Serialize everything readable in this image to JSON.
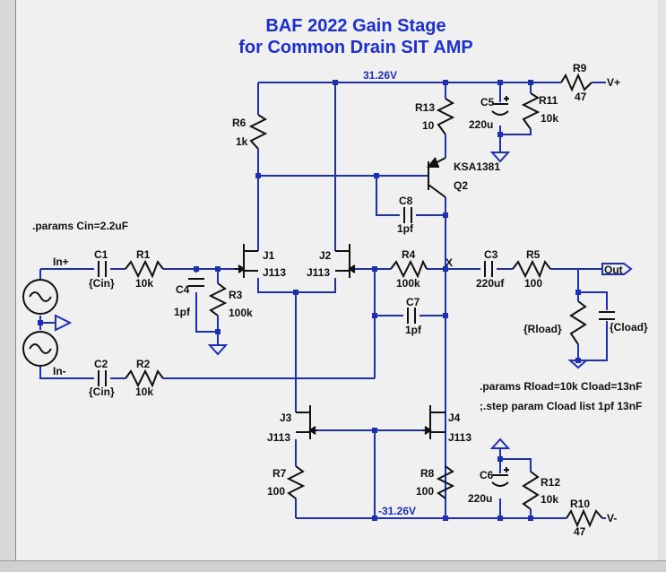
{
  "title": {
    "line1": "BAF 2022 Gain Stage",
    "line2": "for Common Drain SIT AMP"
  },
  "colors": {
    "wire": "#1b2fb8",
    "component": "#101010",
    "title": "#1c2fd0",
    "background": "#f0f0f0"
  },
  "nets": {
    "vplus_rail": "31.26V",
    "vminus_rail": "-31.26V",
    "in_plus": "In+",
    "in_minus": "In-",
    "x_node": "X",
    "out": "Out",
    "vplus": "V+",
    "vminus": "V-"
  },
  "directives": {
    "cin": ".params Cin=2.2uF",
    "rload": ".params Rload=10k Cload=13nF",
    "step": ";.step param Cload list 1pf 13nF"
  },
  "components": {
    "R1": {
      "name": "R1",
      "value": "10k"
    },
    "R2": {
      "name": "R2",
      "value": "10k"
    },
    "R3": {
      "name": "R3",
      "value": "100k"
    },
    "R4": {
      "name": "R4",
      "value": "100k"
    },
    "R5": {
      "name": "R5",
      "value": "100"
    },
    "R6": {
      "name": "R6",
      "value": "1k"
    },
    "R7": {
      "name": "R7",
      "value": "100"
    },
    "R8": {
      "name": "R8",
      "value": "100"
    },
    "R9": {
      "name": "R9",
      "value": "47"
    },
    "R10": {
      "name": "R10",
      "value": "47"
    },
    "R11": {
      "name": "R11",
      "value": "10k"
    },
    "R12": {
      "name": "R12",
      "value": "10k"
    },
    "R13": {
      "name": "R13",
      "value": "10"
    },
    "C1": {
      "name": "C1",
      "value": "{Cin}"
    },
    "C2": {
      "name": "C2",
      "value": "{Cin}"
    },
    "C3": {
      "name": "C3",
      "value": "220uf"
    },
    "C4": {
      "name": "C4",
      "value": "1pf"
    },
    "C5": {
      "name": "C5",
      "value": "220u"
    },
    "C6": {
      "name": "C6",
      "value": "220u"
    },
    "C7": {
      "name": "C7",
      "value": "1pf"
    },
    "C8": {
      "name": "C8",
      "value": "1pf"
    },
    "J1": {
      "name": "J1",
      "value": "J113"
    },
    "J2": {
      "name": "J2",
      "value": "J113"
    },
    "J3": {
      "name": "J3",
      "value": "J113"
    },
    "J4": {
      "name": "J4",
      "value": "J113"
    },
    "Q2": {
      "name": "Q2",
      "value": "KSA1381"
    },
    "Rload": {
      "value": "{Rload}"
    },
    "Cload": {
      "value": "{Cload}"
    }
  }
}
